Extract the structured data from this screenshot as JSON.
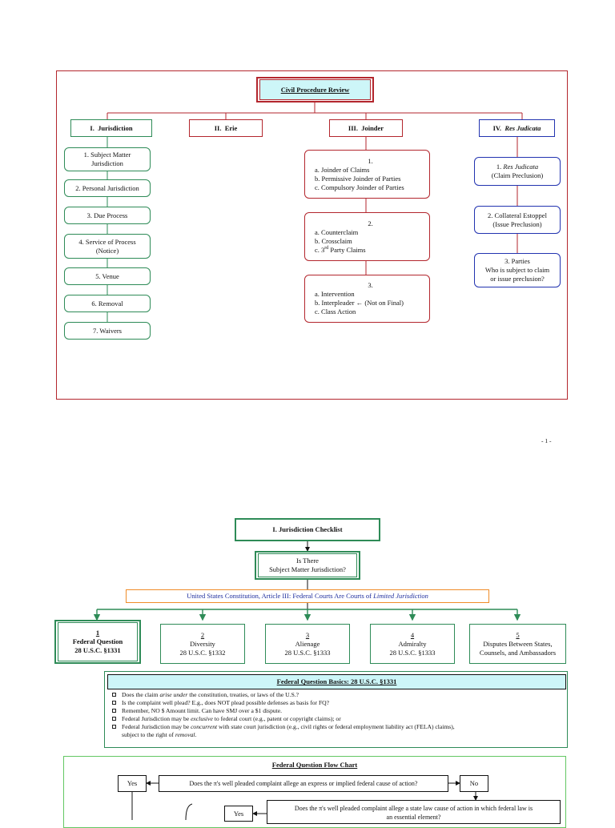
{
  "page1": {
    "title": "Civil Procedure Review",
    "categories": [
      {
        "num": "I.",
        "name": "Jurisdiction"
      },
      {
        "num": "II.",
        "name": "Erie"
      },
      {
        "num": "III.",
        "name": "Joinder"
      },
      {
        "num": "IV.",
        "name": "Res Judicata"
      }
    ],
    "jurisdiction_items": [
      {
        "line1": "1. Subject Matter",
        "line2": "Jurisdiction"
      },
      {
        "line1": "2. Personal Jurisdiction",
        "line2": ""
      },
      {
        "line1": "3. Due Process",
        "line2": ""
      },
      {
        "line1": "4. Service of Process",
        "line2": "(Notice)"
      },
      {
        "line1": "5. Venue",
        "line2": ""
      },
      {
        "line1": "6. Removal",
        "line2": ""
      },
      {
        "line1": "7. Waivers",
        "line2": ""
      }
    ],
    "joinder_groups": [
      {
        "num": "1.",
        "a": "a.  Joinder of Claims",
        "b": "b.  Permissive Joinder of Parties",
        "c": "c.  Compulsory Joinder of Parties"
      },
      {
        "num": "2.",
        "a": "a.  Counterclaim",
        "b": "b.  Crossclaim",
        "c_pre": "c.  3",
        "c_sup": "rd",
        "c_post": " Party Claims"
      },
      {
        "num": "3.",
        "a": "a.  Intervention",
        "b": "b.  Interpleader",
        "b_arrow": "←",
        "b_note": "(Not on Final)",
        "c": "c.  Class Action"
      }
    ],
    "res_judicata_items": [
      {
        "pre": "1.",
        "italic": "Res Judicata",
        "line2": "(Claim Preclusion)"
      },
      {
        "line1": "2. Collateral Estoppel",
        "line2": "(Issue Preclusion)"
      },
      {
        "line1": "3. Parties",
        "line2": "Who is subject to claim",
        "line3": "or issue preclusion?"
      }
    ],
    "page_number": "- 1 -"
  },
  "page2": {
    "checklist_title": "I.  Jurisdiction Checklist",
    "question_line1": "Is There",
    "question_line2": "Subject Matter Jurisdiction?",
    "constitution_text": "United States Constitution, Article III:  Federal Courts Are Courts of",
    "constitution_italic": "Limited Jurisdiction",
    "smj_types": [
      {
        "num": "1",
        "line1": "Federal Question",
        "line2": "28 U.S.C. §1331"
      },
      {
        "num": "2",
        "line1": "Diversity",
        "line2": "28 U.S.C. §1332"
      },
      {
        "num": "3",
        "line1": "Alienage",
        "line2": "28 U.S.C. §1333"
      },
      {
        "num": "4",
        "line1": "Admiralty",
        "line2": "28 U.S.C. §1333"
      },
      {
        "num": "5",
        "line1": "Disputes Between States,",
        "line2": "Counsels, and Ambassadors"
      }
    ],
    "basics_title": "Federal Question Basics:  28 U.S.C. §1331",
    "basics_items": [
      {
        "pre": "Does the claim",
        "em": "arise under",
        "post": "the constitution, treaties, or laws of the U.S.?"
      },
      {
        "pre": "Is the complaint well plead?  E.g., does NOT plead possible defenses as basis for FQ?",
        "em": "",
        "post": ""
      },
      {
        "pre": "Remember, NO $ Amount limit.  Can have SMJ over a $1 dispute.",
        "em": "",
        "post": ""
      },
      {
        "pre": "Federal Jurisdiction may be",
        "em": "exclusive",
        "post": "to federal court (e.g., patent or copyright claims); or"
      },
      {
        "pre": "Federal Jurisdiction may be",
        "em": "concurrent",
        "post": "with state court jurisdiction (e.g., civil rights or federal employment liability act (FELA) claims),"
      }
    ],
    "basics_last_pre": "subject to the right of",
    "basics_last_em": "removal",
    "basics_last_post": ".",
    "flow_title": "Federal Question Flow Chart",
    "flow_yes_1": "Yes",
    "flow_question_1": "Does the π's well pleaded complaint allege an express or implied federal cause of action?",
    "flow_no_1": "No",
    "flow_yes_2": "Yes",
    "flow_question_2_line1": "Does the π's well pleaded complaint allege a state law cause of action in which federal law is",
    "flow_question_2_line2": "an essential element?"
  },
  "colors": {
    "green": "#2e8b57",
    "red": "#b3262d",
    "blue": "#2233b0",
    "cyan_fill": "#cdf6f8",
    "orange": "#f08c28",
    "navy_text": "#1f2f9e"
  }
}
